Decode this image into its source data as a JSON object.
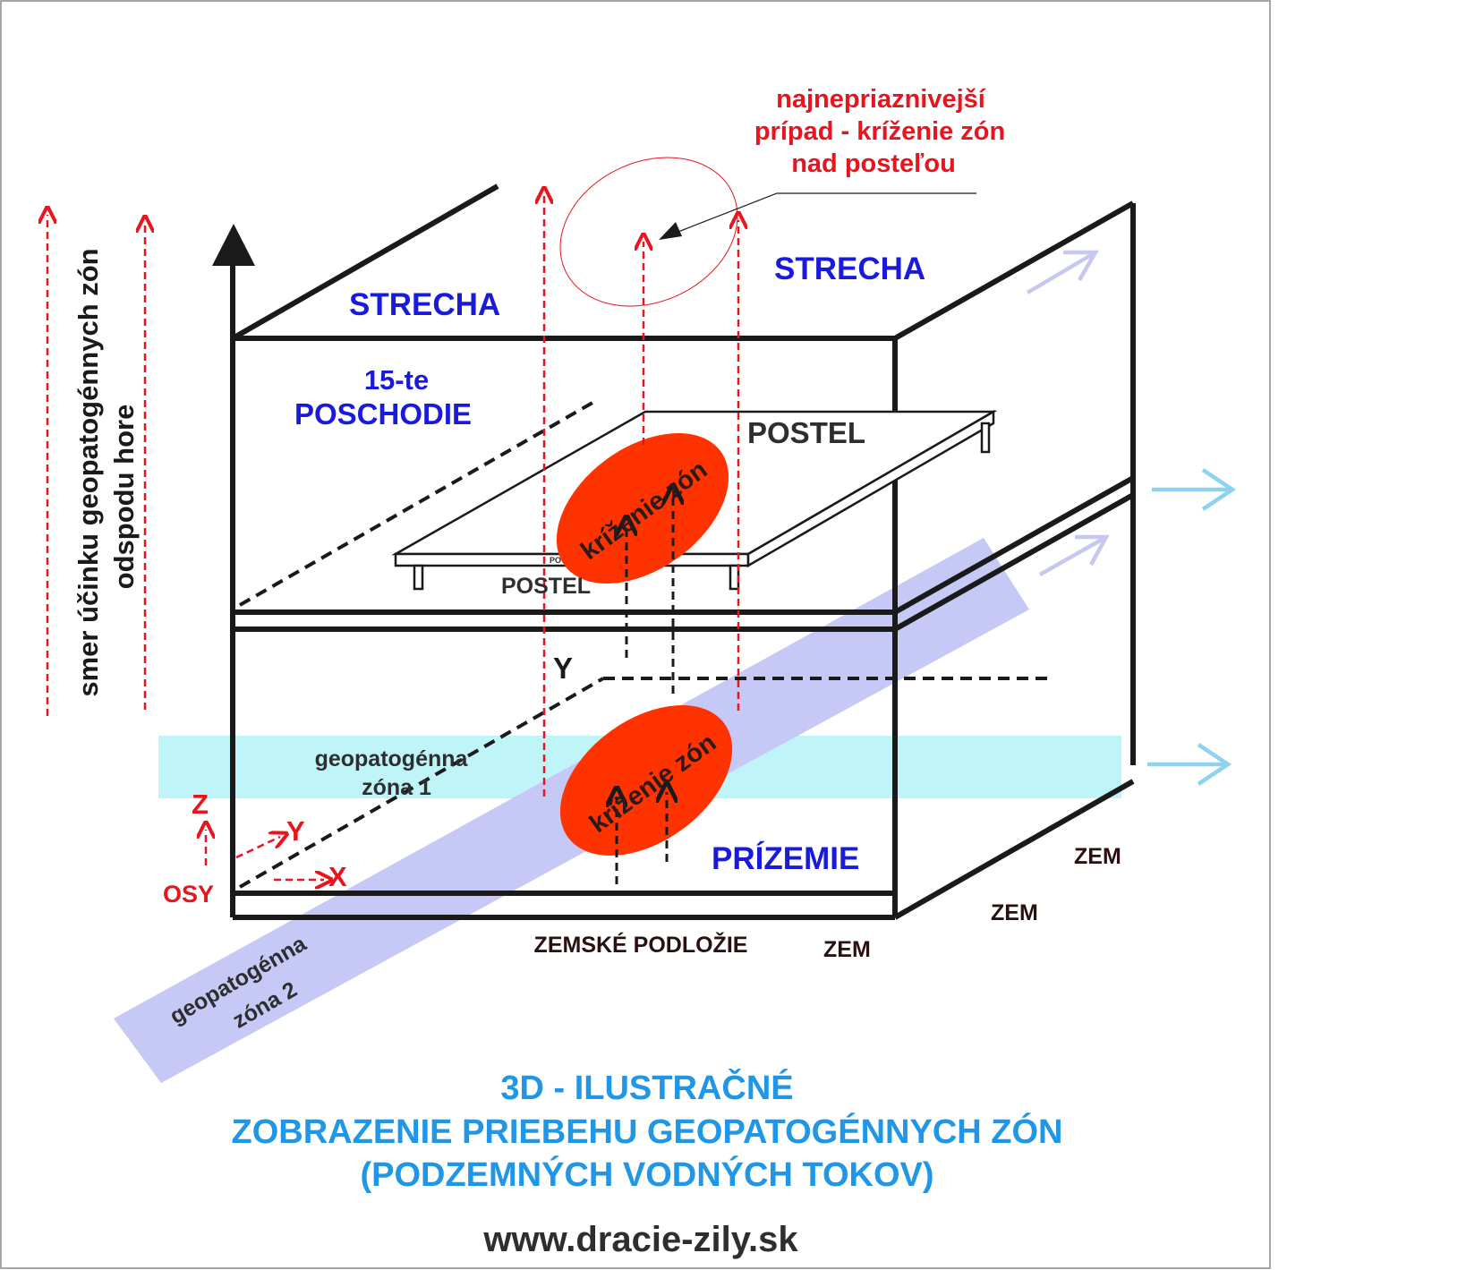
{
  "colors": {
    "label_blue": "#1a1adc",
    "title_blue": "#1f96e6",
    "red": "#e8141e",
    "zone_red": "#ff3300",
    "dark": "#1a1a1a",
    "dark_brown": "#2a1010",
    "zone1_cyan": "#bff5f8",
    "zone2_lavender": "#c6c8f5",
    "arrow_lightblue": "#8ed2f0",
    "arrow_lavender": "#c6c8f0"
  },
  "labels": {
    "roof_left": "STRECHA",
    "roof_right": "STRECHA",
    "floor_line1": "15-te",
    "floor_line2": "POSCHODIE",
    "bed_top": "POSTEL",
    "bed_bottom": "POSTEL",
    "bed_tiny": "PO",
    "ground_floor": "PRÍZEMIE",
    "axis_y_mid": "Y",
    "crossing_upper": "kríženie zón",
    "crossing_lower": "kríženie zón",
    "zone1_line1": "geopatogénna",
    "zone1_line2": "zóna 1",
    "zone2_line1": "geopatogénna",
    "zone2_line2": "zóna 2",
    "subsoil": "ZEMSKÉ PODLOŽIE",
    "ground_1": "ZEM",
    "ground_2": "ZEM",
    "ground_3": "ZEM",
    "axes_z": "Z",
    "axes_y": "Y",
    "axes_x": "X",
    "axes_label": "OSY",
    "vertical_line1": "smer účinku geopatogénnych zón",
    "vertical_line2": "odspodu hore"
  },
  "callout": {
    "line1": "najnepriaznivejší",
    "line2": "prípad - kríženie zón",
    "line3": "nad posteľou"
  },
  "title": {
    "line1": "3D -  ILUSTRAČNÉ",
    "line2": "ZOBRAZENIE PRIEBEHU GEOPATOGÉNNYCH ZÓN",
    "line3": "(PODZEMNÝCH VODNÝCH TOKOV)"
  },
  "website": "www.dracie-zily.sk"
}
